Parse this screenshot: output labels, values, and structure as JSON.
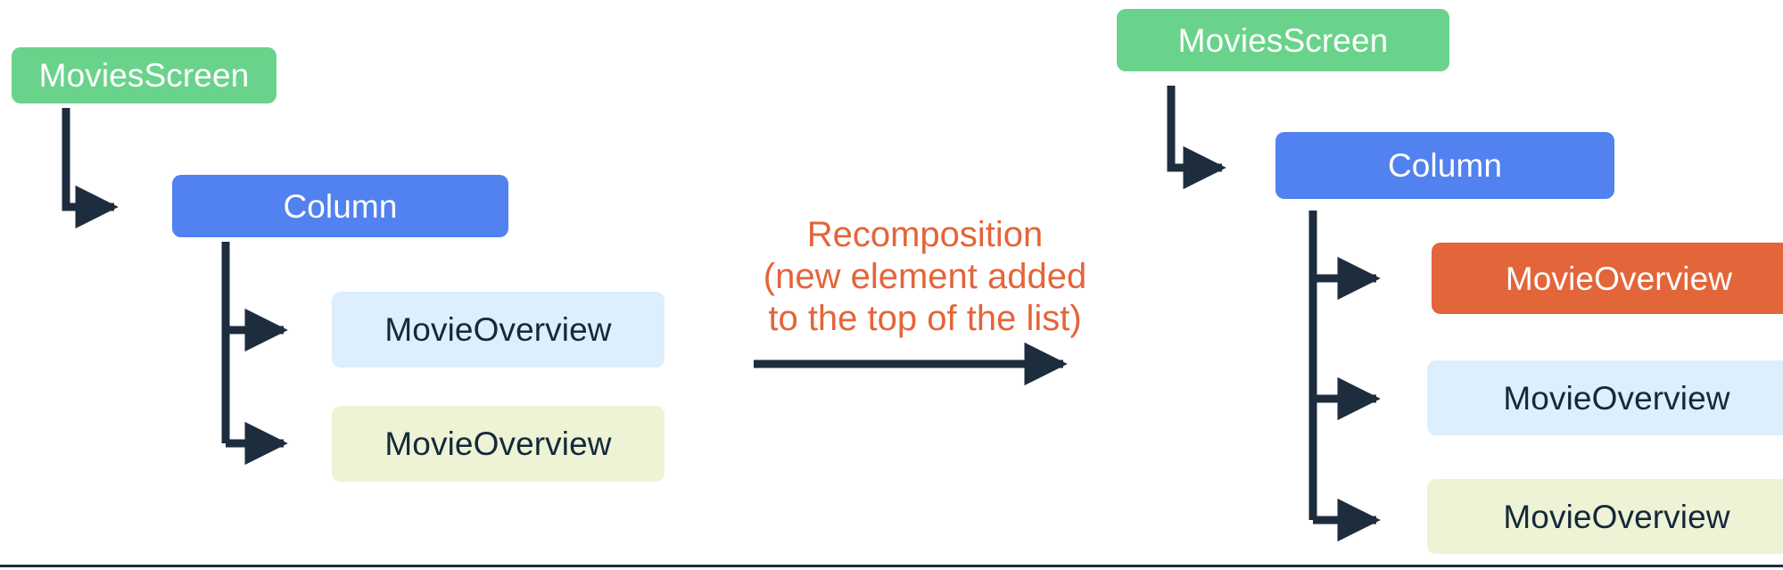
{
  "colors": {
    "green": "#6ad38b",
    "blue": "#5282ef",
    "orange": "#e3653a",
    "light_blue": "#ddeefc",
    "light_yellow": "#edf3d4",
    "arrow_dark": "#1d2d3e",
    "text_on_color": "#ffffff",
    "text_dark": "#15293b",
    "background": "#ffffff"
  },
  "left_tree": {
    "root": {
      "label": "MoviesScreen",
      "style": "green"
    },
    "container": {
      "label": "Column",
      "style": "blue"
    },
    "children": [
      {
        "label": "MovieOverview",
        "style": "light_blue"
      },
      {
        "label": "MovieOverview",
        "style": "light_yellow"
      }
    ]
  },
  "center": {
    "caption_lines": [
      "Recomposition",
      "(new element added",
      "to the top of the list)"
    ],
    "transition_arrow": "right-arrow-icon"
  },
  "right_tree": {
    "root": {
      "label": "MoviesScreen",
      "style": "green"
    },
    "container": {
      "label": "Column",
      "style": "blue"
    },
    "children": [
      {
        "label": "MovieOverview",
        "style": "orange"
      },
      {
        "label": "MovieOverview",
        "style": "light_blue"
      },
      {
        "label": "MovieOverview",
        "style": "light_yellow"
      }
    ]
  },
  "icons": {
    "elbow_arrow": "elbow-arrow-icon",
    "branch_arrow": "branch-arrow-icon",
    "transition": "transition-arrow-icon"
  }
}
